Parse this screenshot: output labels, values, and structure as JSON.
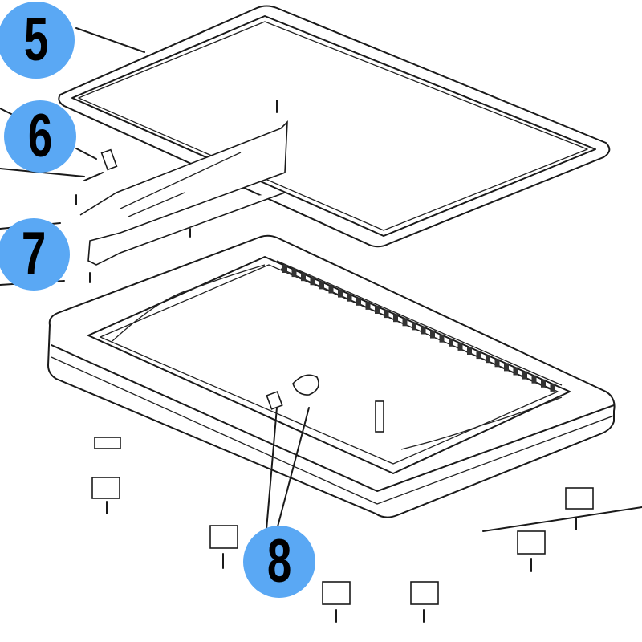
{
  "diagram": {
    "callouts": [
      {
        "id": "5",
        "label": "5"
      },
      {
        "id": "6",
        "label": "6"
      },
      {
        "id": "7",
        "label": "7"
      },
      {
        "id": "8",
        "label": "8"
      }
    ],
    "callout_color": "#5aa8f4"
  }
}
